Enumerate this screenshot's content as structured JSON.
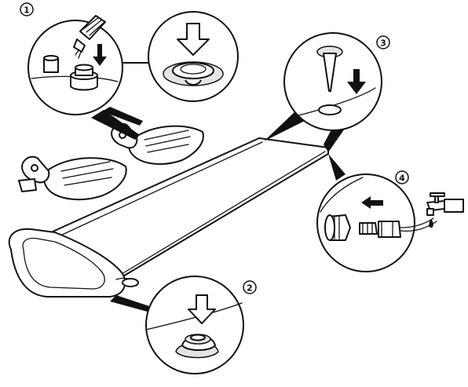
{
  "step_markers": [
    "①",
    "②",
    "③",
    "④"
  ],
  "colors": {
    "ink": "#111111",
    "fill": "#ffffff",
    "shade": "#e4e4e4"
  },
  "icons": [
    "hose-icon",
    "down-arrow-icon",
    "outline-down-arrow-icon",
    "valve-icon",
    "peg-icon",
    "left-arrow-icon",
    "tap-icon",
    "water-drop-icon",
    "hose-connector-icon"
  ]
}
